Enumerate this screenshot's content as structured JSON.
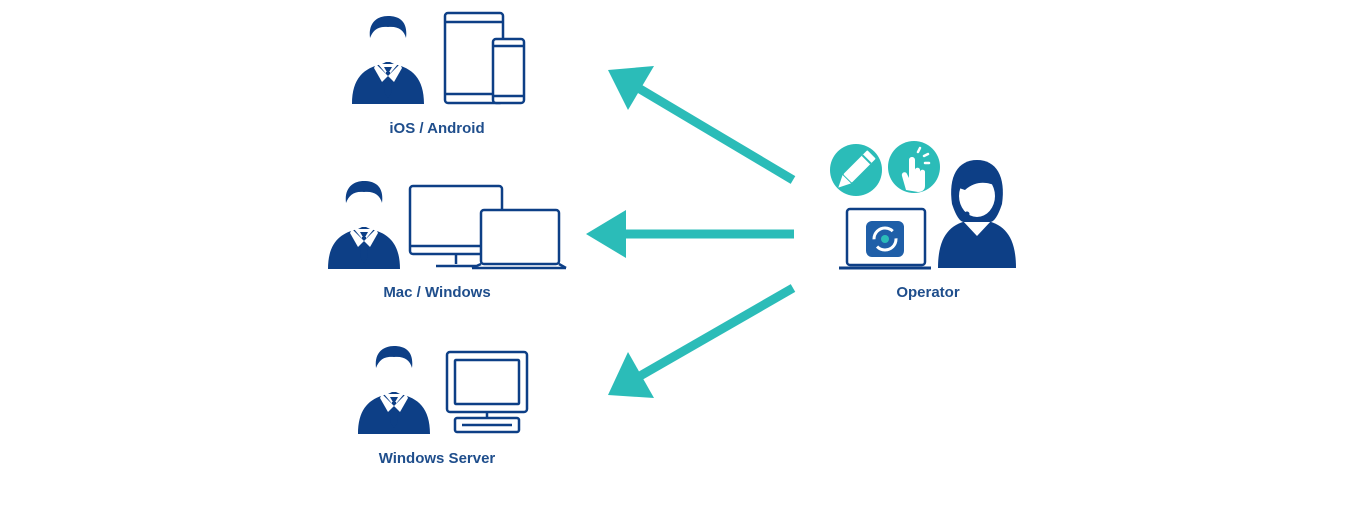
{
  "colors": {
    "navy": "#0d3f86",
    "label": "#1f4e8c",
    "arrow": "#2bbcb8",
    "white": "#ffffff"
  },
  "clients": [
    {
      "label": "iOS / Android",
      "person_icon": "businessman-icon",
      "device_icon": "tablet-and-phone-icon"
    },
    {
      "label": "Mac / Windows",
      "person_icon": "businessman-icon",
      "device_icon": "desktop-and-laptop-icon"
    },
    {
      "label": "Windows Server",
      "person_icon": "businessman-icon",
      "device_icon": "server-computer-icon"
    }
  ],
  "operator": {
    "label": "Operator",
    "person_icon": "operator-headset-icon",
    "device_icon": "laptop-with-app-icon",
    "badges": [
      "pencil-icon",
      "tap-gesture-icon"
    ]
  },
  "connections": [
    "operator-to-ios-android",
    "operator-to-mac-windows",
    "operator-to-windows-server"
  ]
}
